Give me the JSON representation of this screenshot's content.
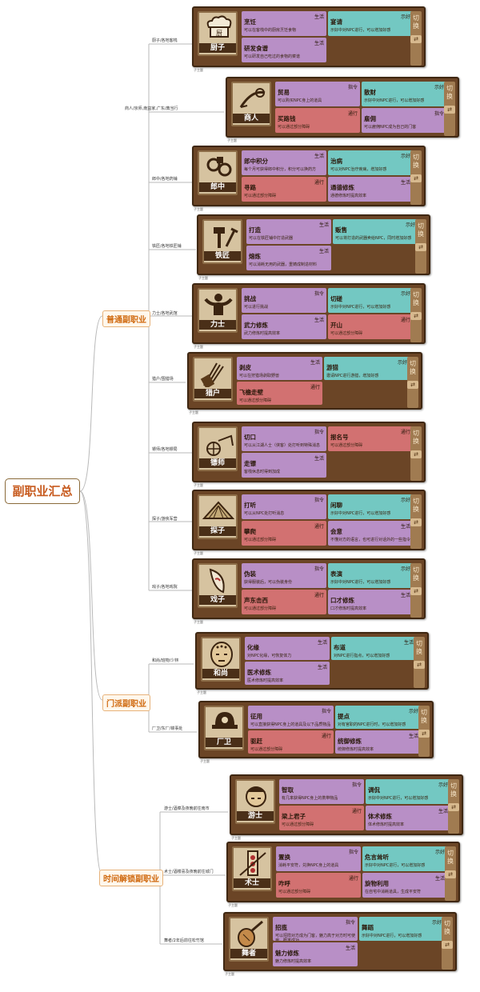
{
  "root": "副职业汇总",
  "categories": [
    "普通副职业",
    "门派副职业",
    "时间解锁副职业"
  ],
  "switch_label": "切换",
  "sub_label": "子主题",
  "professions": [
    {
      "branch": "厨子/各地客栈",
      "name": "厨子",
      "icon": "chef-hat-icon",
      "abilities": [
        {
          "name": "烹饪",
          "tag": "生活",
          "color": "purple",
          "desc": "可以在客栈中的厨房烹饪食物"
        },
        {
          "name": "宴请",
          "tag": "示好",
          "color": "teal",
          "desc": "示好中对NPC进行，可以增加好感"
        },
        {
          "name": "研发食谱",
          "tag": "生活",
          "color": "purple",
          "desc": "可以研发自己吃过的食物的菜谱"
        },
        null
      ]
    },
    {
      "branch": "商人/京师,南益家,广东/典当行",
      "name": "商人",
      "icon": "merchant-scroll-icon",
      "abilities": [
        {
          "name": "贸易",
          "tag": "指令",
          "color": "purple",
          "desc": "可以购买NPC身上的道具"
        },
        {
          "name": "散财",
          "tag": "示好",
          "color": "teal",
          "desc": "示好中对NPC进行，可以增加好感"
        },
        {
          "name": "买路钱",
          "tag": "通行",
          "color": "red",
          "desc": "可以通过部分障碍"
        },
        {
          "name": "雇佣",
          "tag": "指令",
          "color": "purple",
          "desc": "可以雇佣NPC成为自己的门客"
        }
      ]
    },
    {
      "branch": "郎中/各地药铺",
      "name": "郎中",
      "icon": "herb-medicine-icon",
      "abilities": [
        {
          "name": "郎中积分",
          "tag": "生活",
          "color": "purple",
          "desc": "每个月可获得郎中积分，积分可以换药方"
        },
        {
          "name": "治病",
          "tag": "示好",
          "color": "teal",
          "desc": "可以对NPC治疗疾病，增加好感"
        },
        {
          "name": "寻路",
          "tag": "通行",
          "color": "red",
          "desc": "可以通过部分障碍"
        },
        {
          "name": "通德修炼",
          "tag": "生活",
          "color": "purple",
          "desc": "通德修炼时提高效率"
        }
      ]
    },
    {
      "branch": "铁匠/各地铁匠铺",
      "name": "铁匠",
      "icon": "hammer-anvil-icon",
      "abilities": [
        {
          "name": "打造",
          "tag": "生活",
          "color": "purple",
          "desc": "可以在铁匠铺中打造武器"
        },
        {
          "name": "贩售",
          "tag": "示好",
          "color": "teal",
          "desc": "可以将打造的武器卖给NPC，同时增加好感"
        },
        {
          "name": "熔炼",
          "tag": "生活",
          "color": "purple",
          "desc": "可以消耗无用的武器，重铸成制造材料"
        },
        null
      ]
    },
    {
      "branch": "力士/各地武馆",
      "name": "力士",
      "icon": "strongman-icon",
      "abilities": [
        {
          "name": "挑战",
          "tag": "指令",
          "color": "purple",
          "desc": "可以进行挑战"
        },
        {
          "name": "切磋",
          "tag": "示好",
          "color": "teal",
          "desc": "示好中对NPC进行，可以增加好感"
        },
        {
          "name": "武力修炼",
          "tag": "生活",
          "color": "purple",
          "desc": "武力修炼时提高效率"
        },
        {
          "name": "开山",
          "tag": "通行",
          "color": "red",
          "desc": "可以通过部分障碍"
        }
      ]
    },
    {
      "branch": "猎户/围猎场",
      "name": "猎户",
      "icon": "arrow-quiver-icon",
      "abilities": [
        {
          "name": "剥皮",
          "tag": "生活",
          "color": "purple",
          "desc": "可以在狩猎场剥取野兽"
        },
        {
          "name": "游猎",
          "tag": "示好",
          "color": "teal",
          "desc": "邀请NPC进行游猎，增加好感"
        },
        {
          "name": "飞檐走壁",
          "tag": "通行",
          "color": "red",
          "desc": "可以通过部分障碍"
        },
        null
      ]
    },
    {
      "branch": "镖师/各地镖局",
      "name": "镖师",
      "icon": "escort-cart-icon",
      "abilities": [
        {
          "name": "切口",
          "tag": "指令",
          "color": "purple",
          "desc": "可以从江湖人士（侠客）处打听到特殊消息"
        },
        {
          "name": "报名号",
          "tag": "通行",
          "color": "red",
          "desc": "可以通过部分障碍"
        },
        {
          "name": "走镖",
          "tag": "生活",
          "color": "purple",
          "desc": "客栈休息时得到加成"
        },
        null
      ]
    },
    {
      "branch": "探子/游侠军营",
      "name": "探子",
      "icon": "straw-hat-icon",
      "abilities": [
        {
          "name": "打听",
          "tag": "指令",
          "color": "purple",
          "desc": "可以从NPC处打听消息"
        },
        {
          "name": "闲聊",
          "tag": "示好",
          "color": "teal",
          "desc": "示好中对NPC进行，可以增加好感"
        },
        {
          "name": "攀爬",
          "tag": "通行",
          "color": "red",
          "desc": "可以通过部分障碍"
        },
        {
          "name": "会意",
          "tag": "生活",
          "color": "purple",
          "desc": "不懂对方的语言，也可进行对话外的一些指令"
        }
      ]
    },
    {
      "branch": "戏子/各地戏院",
      "name": "戏子",
      "icon": "opera-mask-icon",
      "abilities": [
        {
          "name": "伪装",
          "tag": "指令",
          "color": "purple",
          "desc": "获得服装后，可以伪装身份"
        },
        {
          "name": "表演",
          "tag": "示好",
          "color": "teal",
          "desc": "示好中对NPC进行，可以增加好感"
        },
        {
          "name": "声东击西",
          "tag": "通行",
          "color": "red",
          "desc": "可以通过部分障碍"
        },
        {
          "name": "口才修炼",
          "tag": "生活",
          "color": "purple",
          "desc": "口才修炼时提高效率"
        }
      ]
    },
    {
      "branch": "和尚/班物/少林",
      "name": "和尚",
      "icon": "monk-head-icon",
      "abilities": [
        {
          "name": "化缘",
          "tag": "生活",
          "color": "purple",
          "desc": "对NPC化缘，可恢复体力"
        },
        {
          "name": "布道",
          "tag": "生活",
          "color": "teal",
          "desc": "对NPC进行指点，可以增加好感"
        },
        {
          "name": "医术修炼",
          "tag": "生活",
          "color": "purple",
          "desc": "医术修炼时提高效率"
        },
        null
      ]
    },
    {
      "branch": "厂卫/东厂/锦事处",
      "name": "厂卫",
      "icon": "guard-hat-icon",
      "abilities": [
        {
          "name": "征用",
          "tag": "指令",
          "color": "purple",
          "desc": "可以直接获得NPC身上的道具及以下品质物品"
        },
        {
          "name": "提点",
          "tag": "示好",
          "color": "teal",
          "desc": "对有官职的NPC进行时，可以增加好感"
        },
        {
          "name": "驱赶",
          "tag": "通行",
          "color": "red",
          "desc": "可以通过部分障碍"
        },
        {
          "name": "统御修炼",
          "tag": "生活",
          "color": "purple",
          "desc": "统御修炼时提高效率"
        }
      ]
    },
    {
      "branch": "游士/酒菜及夜晚前往南市",
      "name": "游士",
      "icon": "wanderer-head-icon",
      "abilities": [
        {
          "name": "智取",
          "tag": "指令",
          "color": "purple",
          "desc": "有几率获得NPC身上的携带物品"
        },
        {
          "name": "调侃",
          "tag": "示好",
          "color": "teal",
          "desc": "示好中对NPC进行，可以增加好感"
        },
        {
          "name": "梁上君子",
          "tag": "通行",
          "color": "red",
          "desc": "可以通过部分障碍"
        },
        {
          "name": "体术修炼",
          "tag": "生活",
          "color": "purple",
          "desc": "体术修炼时提高效率"
        }
      ]
    },
    {
      "branch": "术士/酒楼喜及夜晚前往城门",
      "name": "术士",
      "icon": "talisman-sword-icon",
      "abilities": [
        {
          "name": "置换",
          "tag": "指令",
          "color": "purple",
          "desc": "消耗平安符，兑换NPC身上的道具"
        },
        {
          "name": "危言耸听",
          "tag": "示好",
          "color": "teal",
          "desc": "示好中对NPC进行，可以增加好感"
        },
        {
          "name": "咋呼",
          "tag": "通行",
          "color": "red",
          "desc": "可以通过部分障碍"
        },
        {
          "name": "旋物利用",
          "tag": "生活",
          "color": "purple",
          "desc": "在自宅中消耗道具，生成平安符"
        }
      ]
    },
    {
      "branch": "舞者/2年后前往松竹馆",
      "name": "舞者",
      "icon": "pipa-lute-icon",
      "abilities": [
        {
          "name": "招揽",
          "tag": "指令",
          "color": "purple",
          "desc": "可以招揽对方成为门客，魅力高于对方时可使用，概率成功"
        },
        {
          "name": "舞蹈",
          "tag": "示好",
          "color": "teal",
          "desc": "示好中对NPC进行，可以增加好感"
        },
        {
          "name": "魅力修炼",
          "tag": "生活",
          "color": "purple",
          "desc": "魅力修炼时提高效率"
        },
        null
      ]
    }
  ]
}
